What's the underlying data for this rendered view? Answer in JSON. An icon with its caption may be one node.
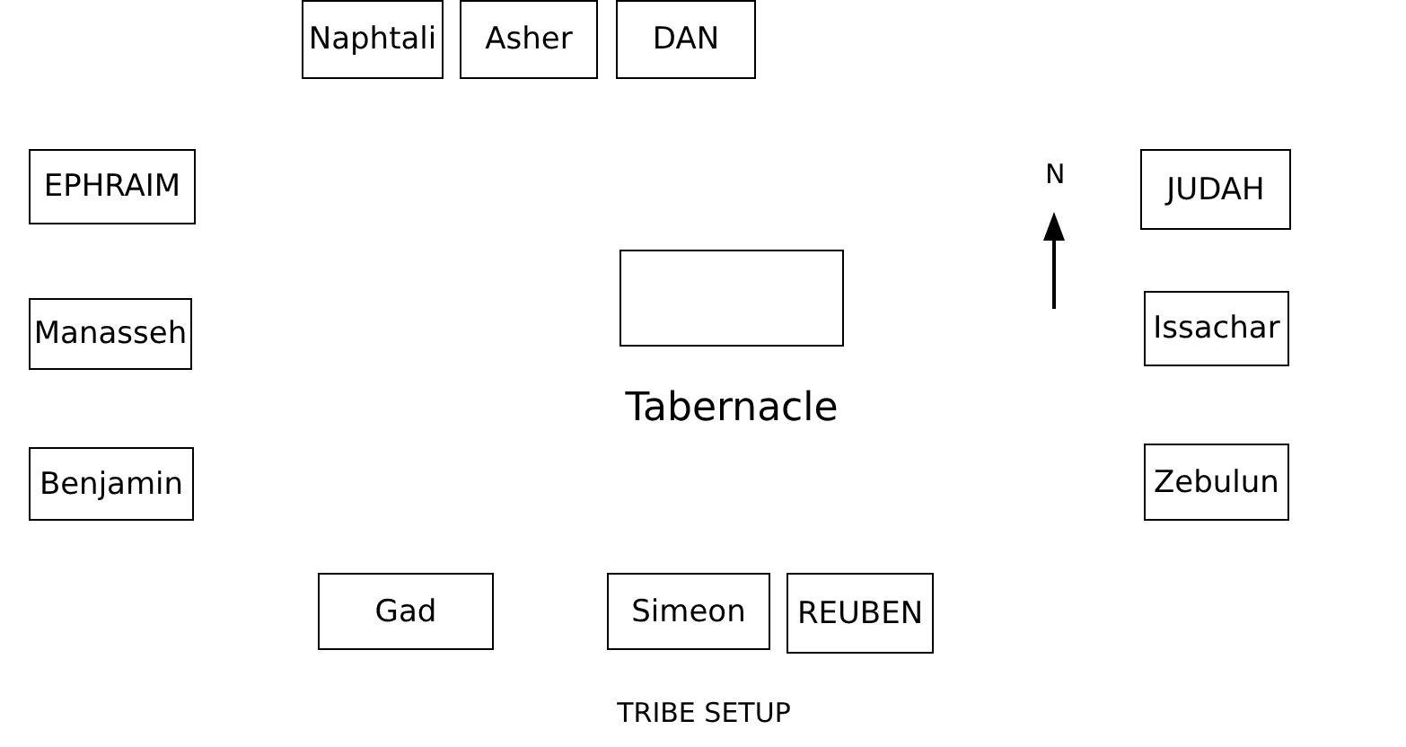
{
  "diagram": {
    "caption": "TRIBE SETUP",
    "nodes": [
      {
        "text": [
          "Naphtali"
        ]
      },
      {
        "text": [
          "Asher"
        ]
      },
      {
        "text": [
          "DAN"
        ]
      },
      {
        "text": [
          "EPHRAIM"
        ]
      },
      {
        "text": [
          "JUDAH"
        ]
      },
      {
        "text": [
          "Manasseh"
        ]
      },
      {
        "text": [
          "Tabernacle"
        ]
      },
      {
        "text": [
          "Issachar"
        ]
      },
      {
        "text": [
          "Benjamin"
        ]
      },
      {
        "text": [
          "Zebulun"
        ]
      },
      {
        "text": [
          "Gad"
        ]
      },
      {
        "text": [
          "Simeon"
        ]
      },
      {
        "text": [
          "REUBEN"
        ]
      }
    ],
    "edges": [],
    "labels": [
      "N"
    ]
  }
}
